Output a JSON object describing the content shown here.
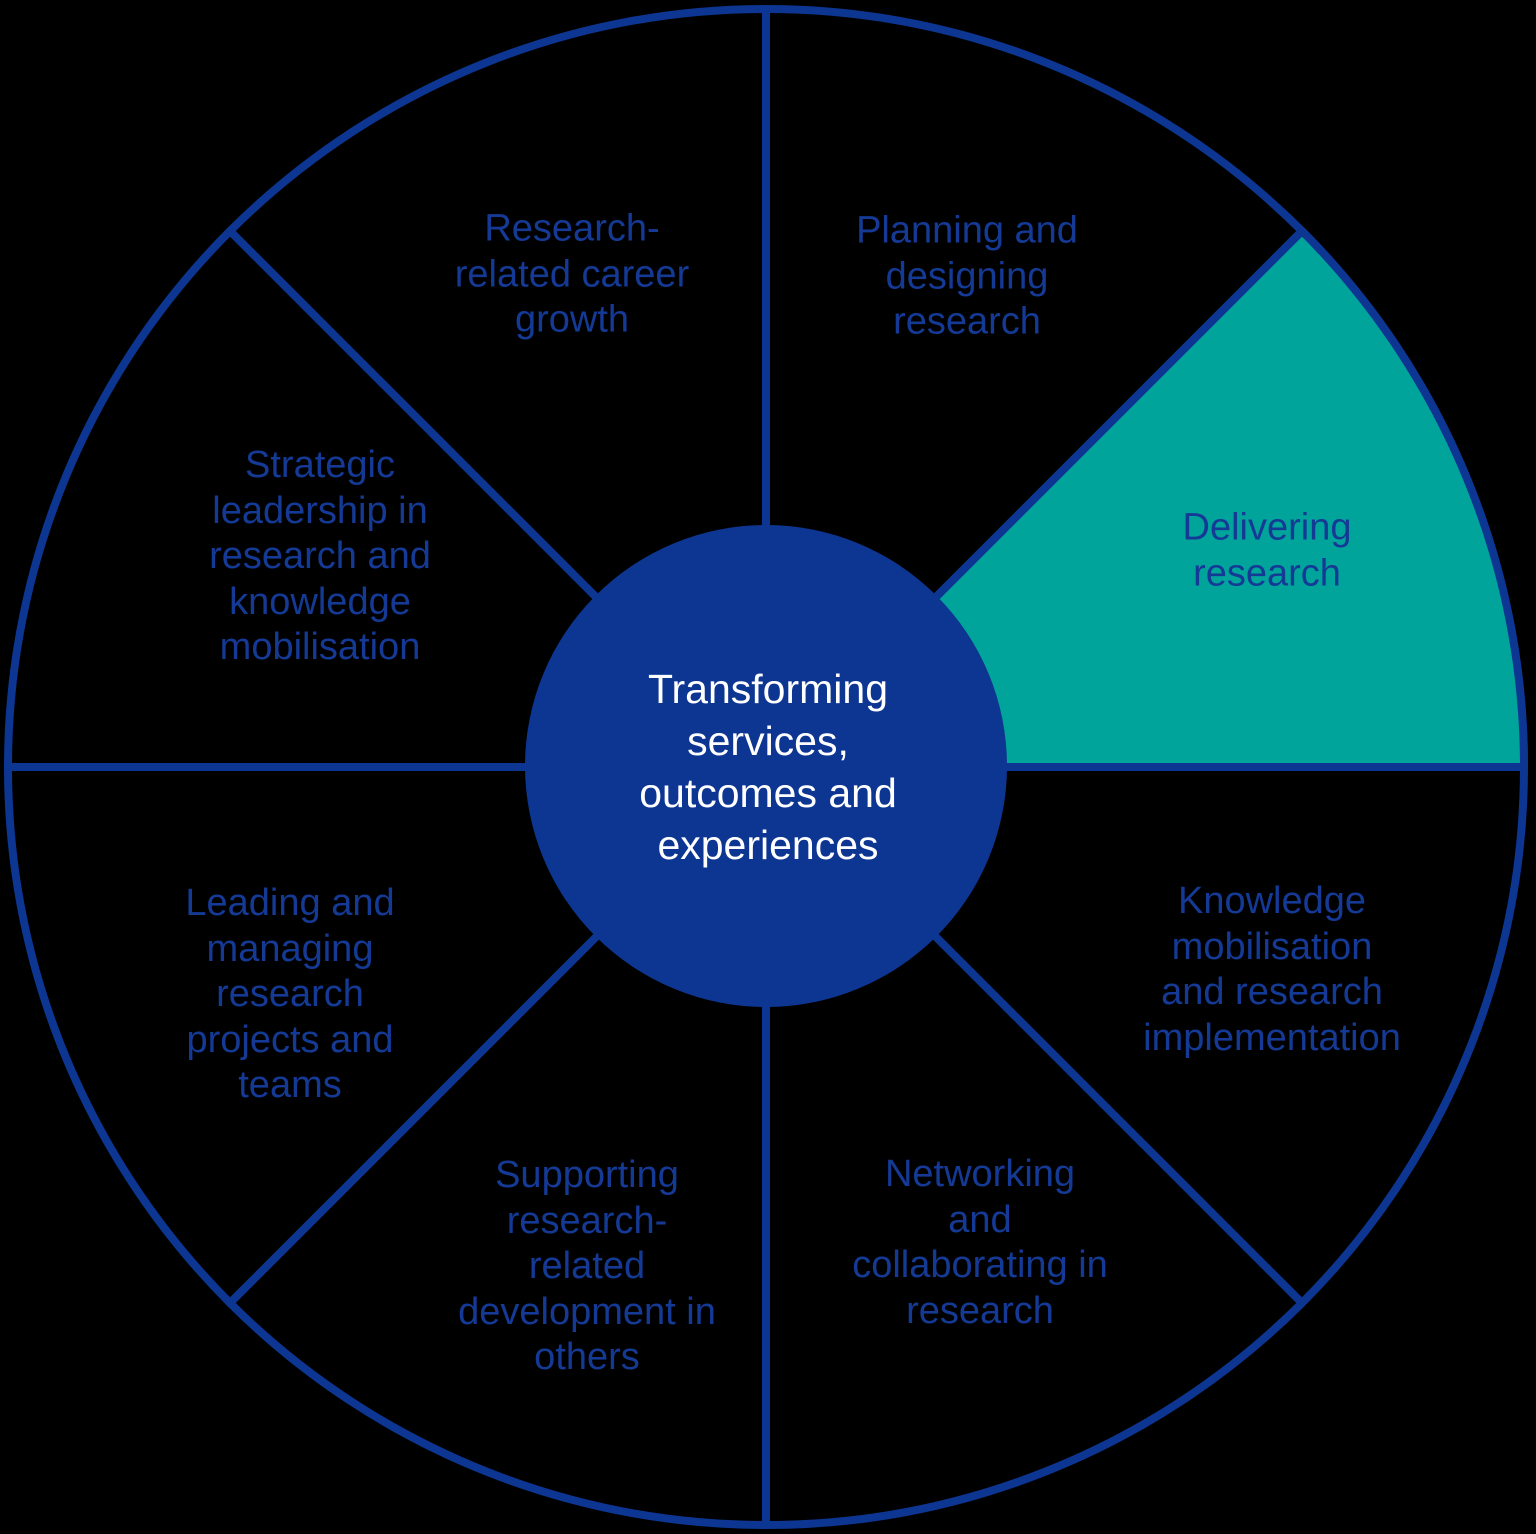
{
  "wheel": {
    "center": {
      "label": "Transforming\nservices,\noutcomes and\nexperiences"
    },
    "segments": [
      {
        "name": "planning-designing-research",
        "label": "Planning and\ndesigning\nresearch",
        "highlighted": false
      },
      {
        "name": "delivering-research",
        "label": "Delivering\nresearch",
        "highlighted": true
      },
      {
        "name": "knowledge-mobilisation-and-research-implementation",
        "label": "Knowledge\nmobilisation\nand research\nimplementation",
        "highlighted": false
      },
      {
        "name": "networking-and-collaborating-in-research",
        "label": "Networking\nand\ncollaborating in\nresearch",
        "highlighted": false
      },
      {
        "name": "supporting-research-related-development-in-others",
        "label": "Supporting\nresearch-\nrelated\ndevelopment in\nothers",
        "highlighted": false
      },
      {
        "name": "leading-and-managing-research-projects-and-teams",
        "label": "Leading and\nmanaging\nresearch\nprojects and\nteams",
        "highlighted": false
      },
      {
        "name": "strategic-leadership-in-research-and-knowledge-mobilisation",
        "label": "Strategic\nleadership in\nresearch and\nknowledge\nmobilisation",
        "highlighted": false
      },
      {
        "name": "research-related-career-growth",
        "label": "Research-\nrelated career\ngrowth",
        "highlighted": false
      }
    ],
    "colors": {
      "navy": "#0d3692",
      "teal": "#00a49b",
      "label_text": "#143a96",
      "center_text": "#ffffff",
      "background": "#000000"
    }
  }
}
